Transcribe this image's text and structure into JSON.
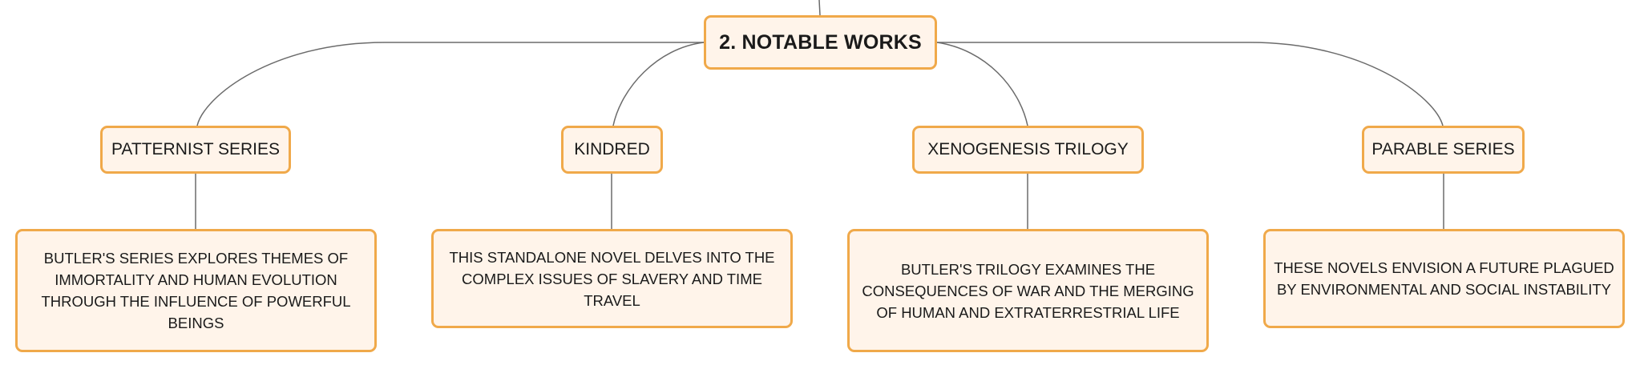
{
  "root": {
    "label": "2. NOTABLE WORKS"
  },
  "branches": [
    {
      "title": "PATTERNIST SERIES",
      "description": "BUTLER'S SERIES EXPLORES THEMES OF IMMORTALITY AND HUMAN EVOLUTION THROUGH THE INFLUENCE OF POWERFUL BEINGS"
    },
    {
      "title": "KINDRED",
      "description": "THIS STANDALONE NOVEL DELVES INTO THE COMPLEX ISSUES OF SLAVERY AND TIME TRAVEL"
    },
    {
      "title": "XENOGENESIS TRILOGY",
      "description": "BUTLER'S TRILOGY EXAMINES THE CONSEQUENCES OF WAR AND THE MERGING OF HUMAN AND EXTRATERRESTRIAL LIFE"
    },
    {
      "title": "PARABLE SERIES",
      "description": "THESE NOVELS ENVISION A FUTURE PLAGUED BY ENVIRONMENTAL AND SOCIAL INSTABILITY"
    }
  ],
  "colors": {
    "node_border": "#f0a94a",
    "node_fill": "#fff4ea",
    "connector": "#6b6b6b",
    "text": "#1a1a1a"
  }
}
